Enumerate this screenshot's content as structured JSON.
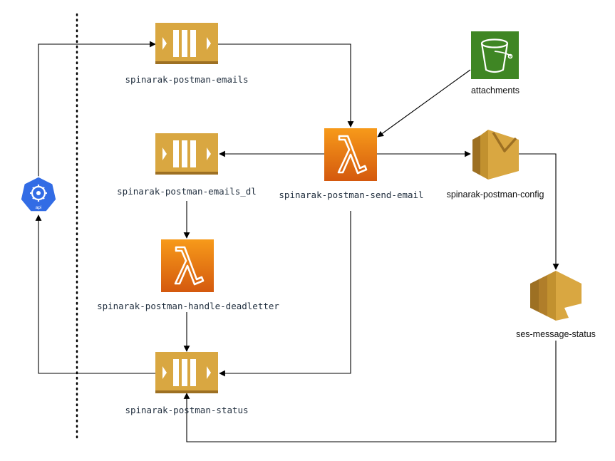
{
  "colors": {
    "queue": "#d9a741",
    "queue_dark": "#9d7023",
    "lambda_top": "#f79a1a",
    "lambda_bottom": "#d4590e",
    "s3": "#3f8624",
    "sns": "#d9a741",
    "api": "#326ce5"
  },
  "nodes": {
    "emails_queue": {
      "label": "spinarak-postman-emails",
      "icon": "sqs-queue-icon"
    },
    "deadletter_queue": {
      "label": "spinarak-postman-emails_dl",
      "icon": "sqs-queue-icon"
    },
    "status_queue": {
      "label": "spinarak-postman-status",
      "icon": "sqs-queue-icon"
    },
    "send_email": {
      "label": "spinarak-postman-send-email",
      "icon": "lambda-icon"
    },
    "handle_deadletter": {
      "label": "spinarak-postman-handle-deadletter",
      "icon": "lambda-icon"
    },
    "attachments": {
      "label": "attachments",
      "icon": "s3-bucket-icon"
    },
    "config": {
      "label": "spinarak-postman-config",
      "icon": "ses-config-icon"
    },
    "message_status": {
      "label": "ses-message-status",
      "icon": "sns-topic-icon"
    },
    "api": {
      "label": "api",
      "icon": "kubernetes-api-icon"
    }
  }
}
